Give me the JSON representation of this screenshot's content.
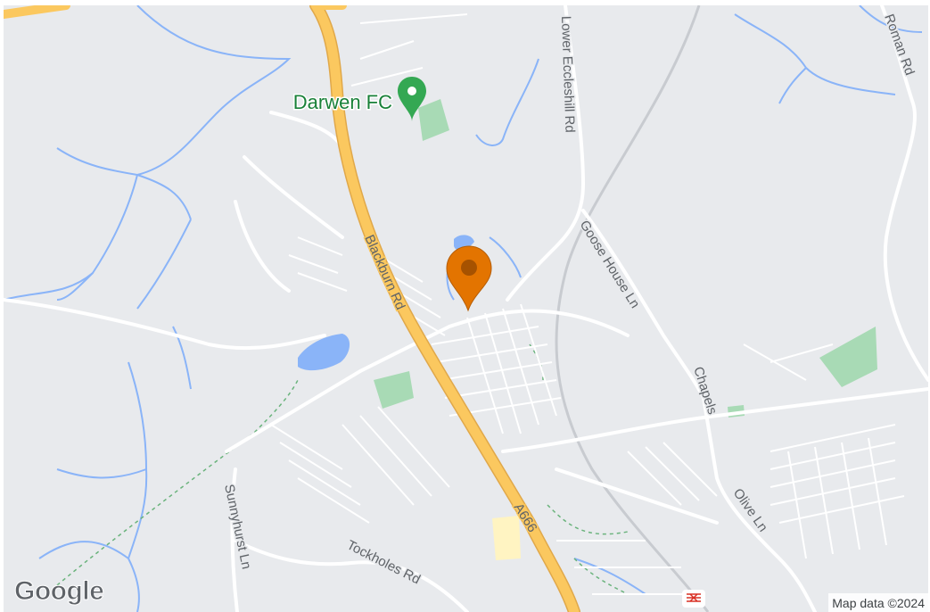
{
  "map": {
    "roads": [
      {
        "name": "Blackburn Rd",
        "type": "primary"
      },
      {
        "name": "A666",
        "type": "primary"
      },
      {
        "name": "Lower Eccleshill Rd",
        "type": "minor"
      },
      {
        "name": "Goose House Ln",
        "type": "minor"
      },
      {
        "name": "Chapels",
        "type": "minor"
      },
      {
        "name": "Olive Ln",
        "type": "minor"
      },
      {
        "name": "Tockholes Rd",
        "type": "minor"
      },
      {
        "name": "Sunnyhurst Ln",
        "type": "minor"
      },
      {
        "name": "Roman Rd",
        "type": "minor"
      }
    ],
    "poi": {
      "name": "Darwen FC",
      "icon": "place-pin-icon",
      "color": "#34a853"
    },
    "marker": {
      "icon": "location-marker-icon",
      "color": "#e37400"
    },
    "station": {
      "icon": "rail-station-icon"
    },
    "logo": "Google",
    "attribution": "Map data ©2024",
    "colors": {
      "background": "#e8eaed",
      "road": "#ffffff",
      "primary_road": "#fbc85f",
      "water": "#8ab4f8",
      "park": "#a8dab5",
      "poi_text": "#188038"
    }
  }
}
